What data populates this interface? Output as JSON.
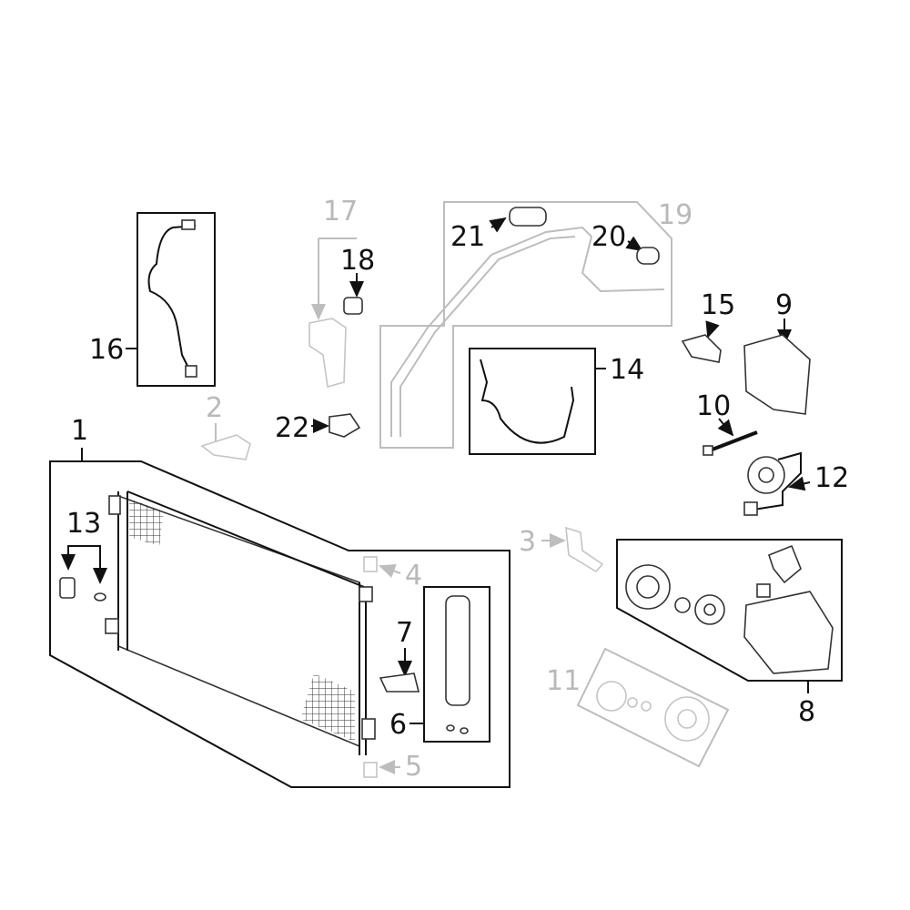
{
  "diagram": {
    "colors": {
      "callout": "#111111",
      "reference_callout": "#b9b9b9"
    },
    "callouts": {
      "c1": "1",
      "c2": "2",
      "c3": "3",
      "c4": "4",
      "c5": "5",
      "c6": "6",
      "c7": "7",
      "c8": "8",
      "c9": "9",
      "c10": "10",
      "c11": "11",
      "c12": "12",
      "c13": "13",
      "c14": "14",
      "c15": "15",
      "c16": "16",
      "c17": "17",
      "c18": "18",
      "c19": "19",
      "c20": "20",
      "c21": "21",
      "c22": "22"
    }
  }
}
